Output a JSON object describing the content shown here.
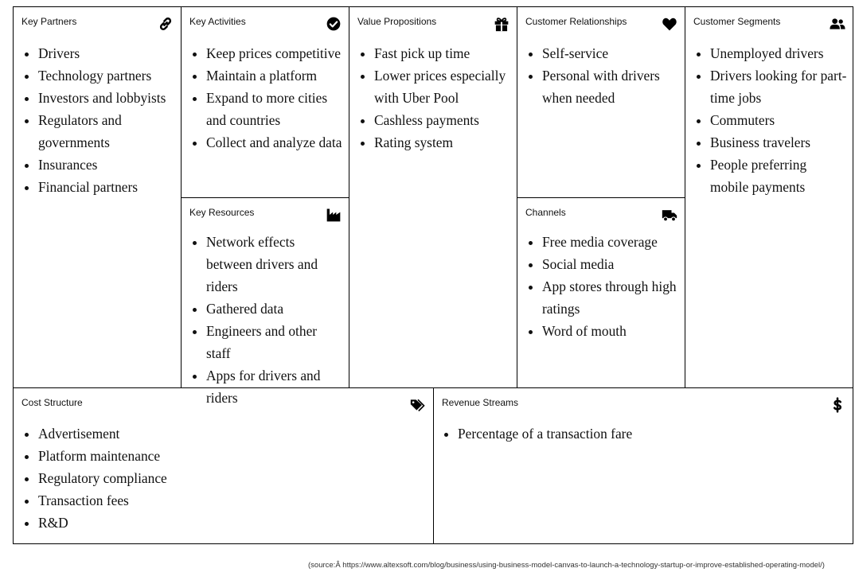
{
  "key_partners": {
    "title": "Key Partners",
    "icon": "link-icon",
    "items": [
      "Drivers",
      "Technology partners",
      "Investors and lobbyists",
      "Regulators and governments",
      "Insurances",
      "Financial partners"
    ]
  },
  "key_activities": {
    "title": "Key Activities",
    "icon": "check-circle-icon",
    "items": [
      "Keep prices competitive",
      "Maintain a platform",
      "Expand to more cities and countries",
      "Collect and analyze data"
    ]
  },
  "key_resources": {
    "title": "Key Resources",
    "icon": "factory-icon",
    "items": [
      "Network effects between drivers and riders",
      "Gathered data",
      "Engineers and other staff",
      "Apps for drivers and riders"
    ]
  },
  "value_propositions": {
    "title": "Value Propositions",
    "icon": "gift-icon",
    "items": [
      "Fast pick up time",
      "Lower prices especially with Uber Pool",
      "Cashless payments",
      "Rating system"
    ]
  },
  "customer_relationships": {
    "title": "Customer Relationships",
    "icon": "heart-icon",
    "items": [
      "Self-service",
      "Personal with drivers when needed"
    ]
  },
  "channels": {
    "title": "Channels",
    "icon": "truck-icon",
    "items": [
      "Free media coverage",
      "Social media",
      "App stores through high ratings",
      "Word of mouth"
    ]
  },
  "customer_segments": {
    "title": "Customer Segments",
    "icon": "users-icon",
    "items": [
      "Unemployed drivers",
      "Drivers looking for part-time jobs",
      "Commuters",
      "Business travelers",
      "People preferring mobile payments"
    ]
  },
  "cost_structure": {
    "title": "Cost Structure",
    "icon": "tags-icon",
    "items": [
      "Advertisement",
      "Platform maintenance",
      "Regulatory compliance",
      "Transaction fees",
      "R&D"
    ]
  },
  "revenue_streams": {
    "title": "Revenue Streams",
    "icon": "dollar-icon",
    "items": [
      "Percentage of a transaction fare"
    ]
  },
  "source_note": "(source:Â https://www.altexsoft.com/blog/business/using-business-model-canvas-to-launch-a-technology-startup-or-improve-established-operating-model/)"
}
